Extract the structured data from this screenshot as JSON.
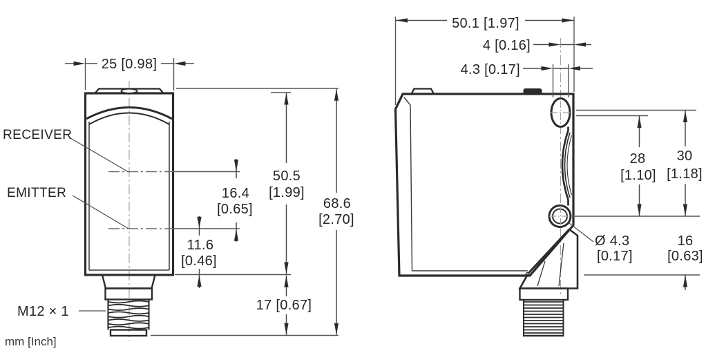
{
  "drawing": {
    "units_note": "mm [Inch]",
    "front_view": {
      "callouts": {
        "receiver": "RECEIVER",
        "emitter": "EMITTER",
        "connector_thread": "M12 × 1"
      },
      "dims": {
        "width": "25 [0.98]",
        "receiver_to_emitter": {
          "mm": "16.4",
          "inch": "[0.65]"
        },
        "emitter_to_bottom": {
          "mm": "11.6",
          "inch": "[0.46]"
        },
        "body_height": {
          "mm": "50.5",
          "inch": "[1.99]"
        },
        "total_height": {
          "mm": "68.6",
          "inch": "[2.70]"
        },
        "connector_length": "17 [0.67]"
      }
    },
    "side_view": {
      "dims": {
        "depth": "50.1 [1.97]",
        "hole_center_to_face": "4 [0.16]",
        "slot_width": "4.3 [0.17]",
        "hole_spacing": {
          "mm": "28",
          "inch": "[1.10]"
        },
        "hole_to_top": {
          "mm": "30",
          "inch": "[1.18]"
        },
        "hole_diameter": {
          "mm": "Ø 4.3",
          "inch": "[0.17]"
        },
        "hole_to_bottom": {
          "mm": "16",
          "inch": "[0.63]"
        }
      }
    },
    "line_colors": {
      "outline": "#2d2a2b",
      "dimension": "#4c4c4c",
      "extension": "#555555",
      "centerline": "#a3a3a3"
    }
  }
}
